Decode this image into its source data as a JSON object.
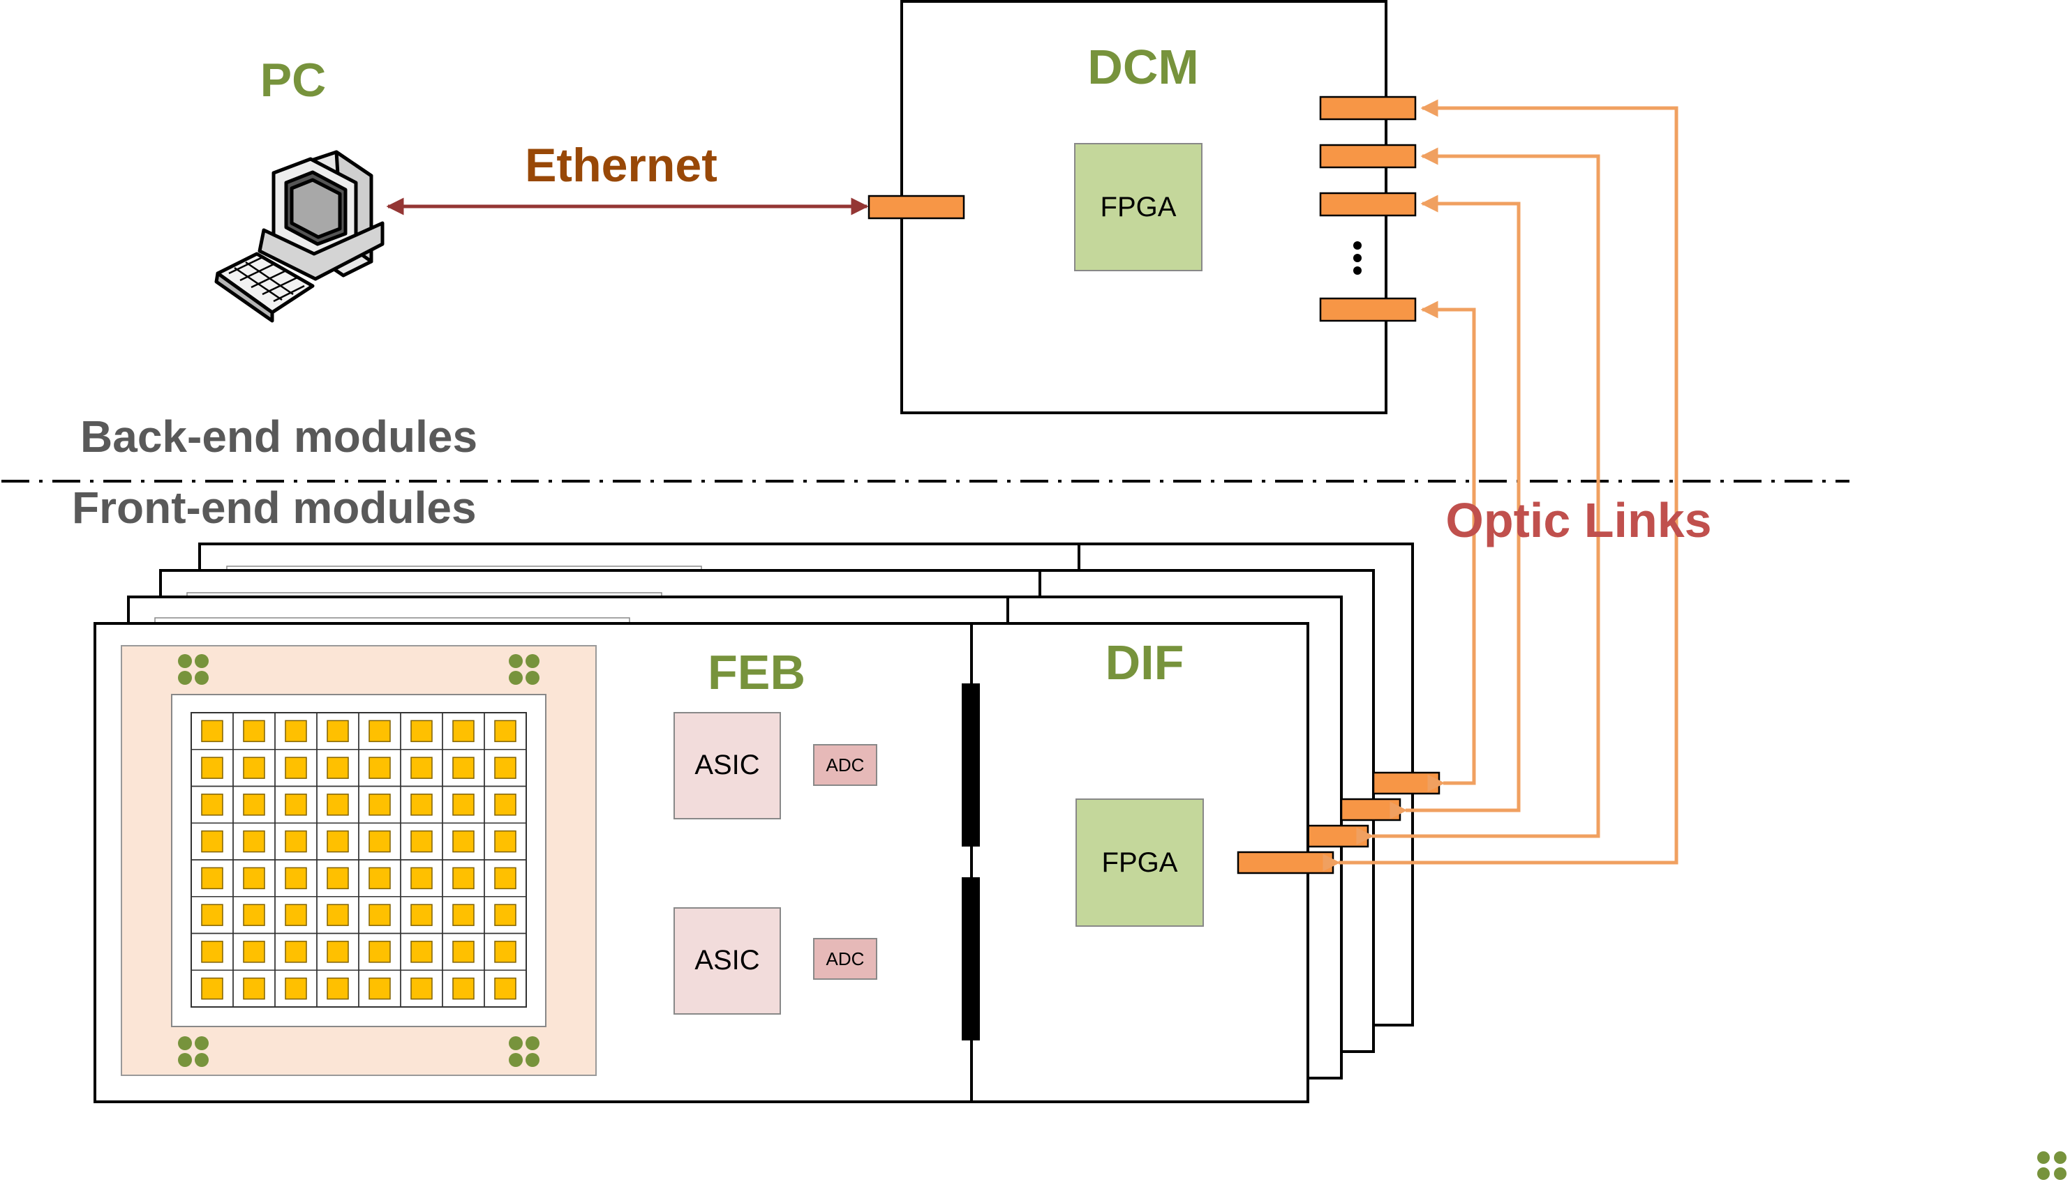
{
  "labels": {
    "pc": "PC",
    "ethernet": "Ethernet",
    "dcm": "DCM",
    "dcm_fpga": "FPGA",
    "back_end": "Back-end modules",
    "front_end": "Front-end modules",
    "optic_links": "Optic Links",
    "feb": "FEB",
    "dif": "DIF",
    "dif_fpga": "FPGA",
    "asic_1": "ASIC",
    "asic_2": "ASIC",
    "adc_1": "ADC",
    "adc_2": "ADC"
  },
  "colors": {
    "module_label": "#77933c",
    "ethernet": "#943634",
    "ethernet_label": "#984807",
    "optic": "#f0a060",
    "optic_label": "#c0504d",
    "port": "#f79646",
    "fpga": "#c4d79b",
    "asic": "#f2dcdb",
    "adc": "#e6b9b8",
    "sensor_bg": "#fbe5d6",
    "pixel": "#ffc000",
    "dot": "#77933c",
    "section_label": "#595959"
  },
  "icons": {
    "computer": "computer-icon",
    "ellipsis": "vertical-ellipsis-icon"
  },
  "pixel_grid": {
    "rows": 8,
    "cols": 8
  }
}
